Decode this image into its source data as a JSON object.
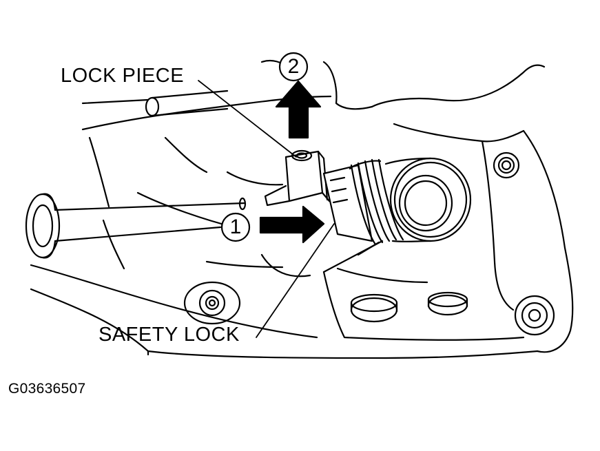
{
  "labels": {
    "lock_piece": "LOCK PIECE",
    "safety_lock": "SAFETY LOCK",
    "figure_id": "G03636507"
  },
  "steps": {
    "step1": "1",
    "step2": "2"
  },
  "colors": {
    "ink": "#000000",
    "paper": "#ffffff"
  }
}
